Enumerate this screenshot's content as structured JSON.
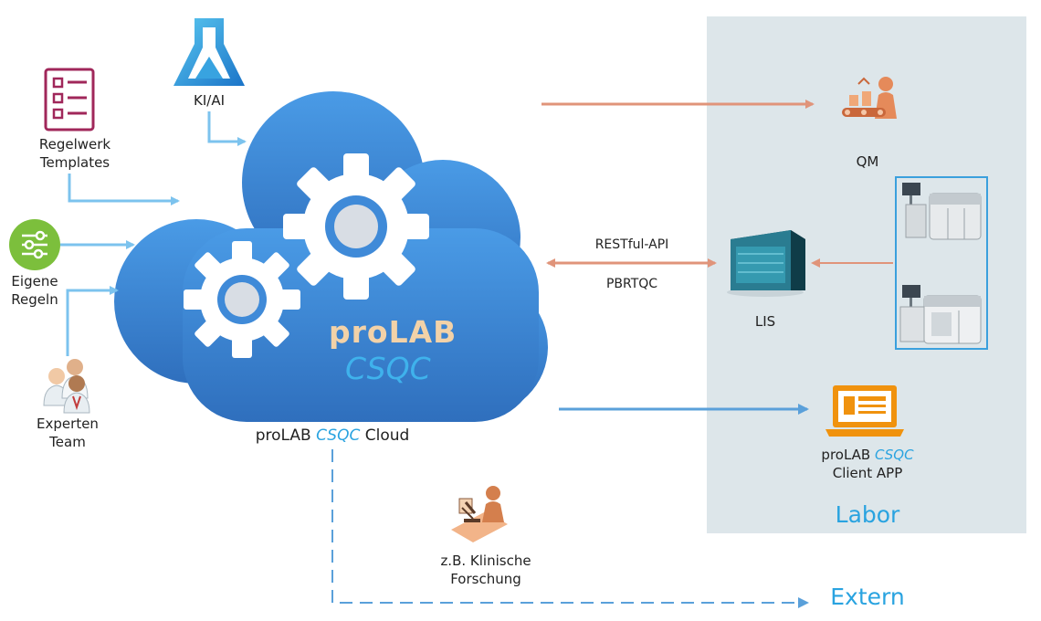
{
  "nodes": {
    "ki_ai": "KI/AI",
    "regelwerk_line1": "Regelwerk",
    "regelwerk_line2": "Templates",
    "eigene_line1": "Eigene",
    "eigene_line2": "Regeln",
    "experten_line1": "Experten",
    "experten_line2": "Team",
    "qm": "QM",
    "lis": "LIS",
    "client_prefix": "proLAB",
    "client_csqc": "CSQC",
    "client_suffix": "Client APP",
    "forschung_line1": "z.B. Klinische",
    "forschung_line2": "Forschung"
  },
  "cloud": {
    "brand_line1": "proLAB",
    "brand_line2": "CSQC",
    "caption_prefix": "proLAB",
    "caption_csqc": "CSQC",
    "caption_suffix": "Cloud"
  },
  "connections": {
    "api_label1": "RESTful-API",
    "api_label2": "PBRTQC"
  },
  "regions": {
    "labor": "Labor",
    "extern": "Extern"
  },
  "icons": [
    "flask-icon",
    "checklist-icon",
    "sliders-icon",
    "doctors-icon",
    "gear-icon",
    "qm-worker-icon",
    "server-icon",
    "lab-analyzer-icon",
    "laptop-icon",
    "microscope-researcher-icon"
  ],
  "colors": {
    "cloud": "#3a86d6",
    "orange_arrow": "#e0947a",
    "blue_arrow": "#5aa0da",
    "light_blue_line": "#7cc3ee",
    "accent_blue": "#29a3e0",
    "panel": "#dde6ea"
  }
}
